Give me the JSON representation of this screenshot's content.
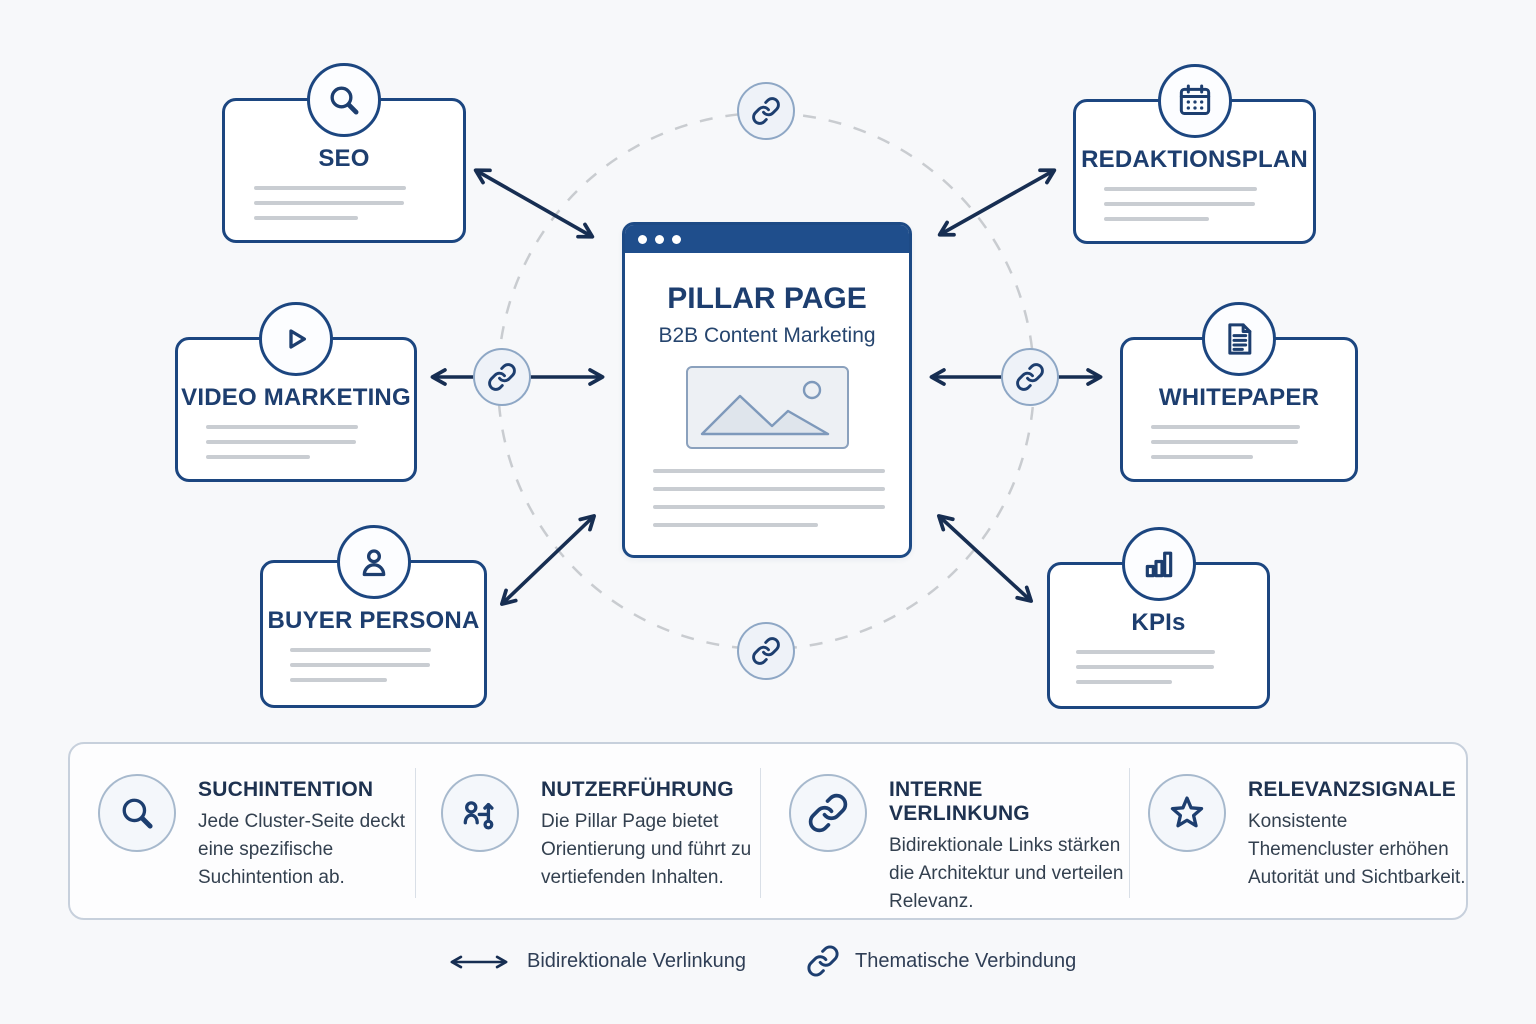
{
  "diagram": {
    "center": {
      "title": "PILLAR PAGE",
      "subtitle": "B2B Content Marketing",
      "icon": "browser-window"
    },
    "satellites": [
      {
        "label": "SEO",
        "icon": "magnifier-icon"
      },
      {
        "label": "REDAKTIONSPLAN",
        "icon": "calendar-icon"
      },
      {
        "label": "VIDEO MARKETING",
        "icon": "play-icon"
      },
      {
        "label": "WHITEPAPER",
        "icon": "document-icon"
      },
      {
        "label": "BUYER PERSONA",
        "icon": "person-icon"
      },
      {
        "label": "KPIs",
        "icon": "bar-chart-icon"
      }
    ],
    "connector_icons": "chain-link"
  },
  "legend_panel": {
    "items": [
      {
        "title": "SUCHINTENTION",
        "text": "Jede Cluster-Seite deckt eine spezifische Suchintention ab.",
        "icon": "magnifier-icon"
      },
      {
        "title": "NUTZERFÜHRUNG",
        "text": "Die Pillar Page bietet Orientierung und führt zu vertiefenden Inhalten.",
        "icon": "user-flow-icon"
      },
      {
        "title": "INTERNE VERLINKUNG",
        "text": "Bidirektionale Links stärken die Architektur und verteilen Relevanz.",
        "icon": "link-icon"
      },
      {
        "title": "RELEVANZSIGNALE",
        "text": "Konsistente Themencluster erhöhen Autorität und Sichtbarkeit.",
        "icon": "star-icon"
      }
    ]
  },
  "footer_legend": {
    "arrow_label": "Bidirektionale Verlinkung",
    "link_label": "Thematische Verbindung"
  },
  "colors": {
    "navy_title": "#1d3e6f",
    "navy_border": "#1c4680",
    "browser_bar": "#1f4e8c",
    "arrow": "#172e52",
    "placeholder_line": "#c9cdd2",
    "dashed_circle": "#c9ccd0",
    "body_text": "#33404f",
    "background": "#f7f8fa"
  }
}
